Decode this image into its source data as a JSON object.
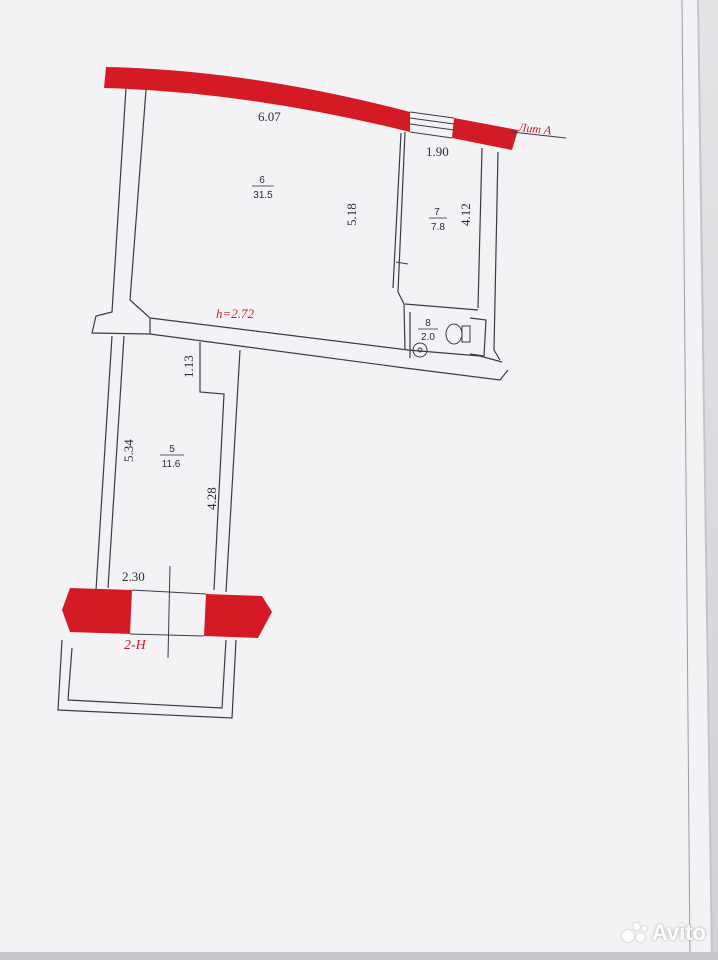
{
  "plan": {
    "lit_label": "Лит А",
    "floor_label": "2-Н",
    "ceiling_height": "h=2.72",
    "dimensions": {
      "top_wall": "6.07",
      "right_top": "1.90",
      "room6_depth": "5.18",
      "room7_depth": "4.12",
      "corridor_jog": "1.13",
      "room5_left": "5.34",
      "room5_right": "4.28",
      "room5_width": "2.30"
    },
    "rooms": [
      {
        "number": "6",
        "area": "31.5"
      },
      {
        "number": "7",
        "area": "7.8"
      },
      {
        "number": "8",
        "area": "2.0"
      },
      {
        "number": "5",
        "area": "11.6"
      }
    ]
  },
  "watermark": {
    "brand": "Avito"
  },
  "colors": {
    "wall_red": "#d41a24",
    "line": "#3a3a48",
    "paper": "#f4f4f6"
  }
}
